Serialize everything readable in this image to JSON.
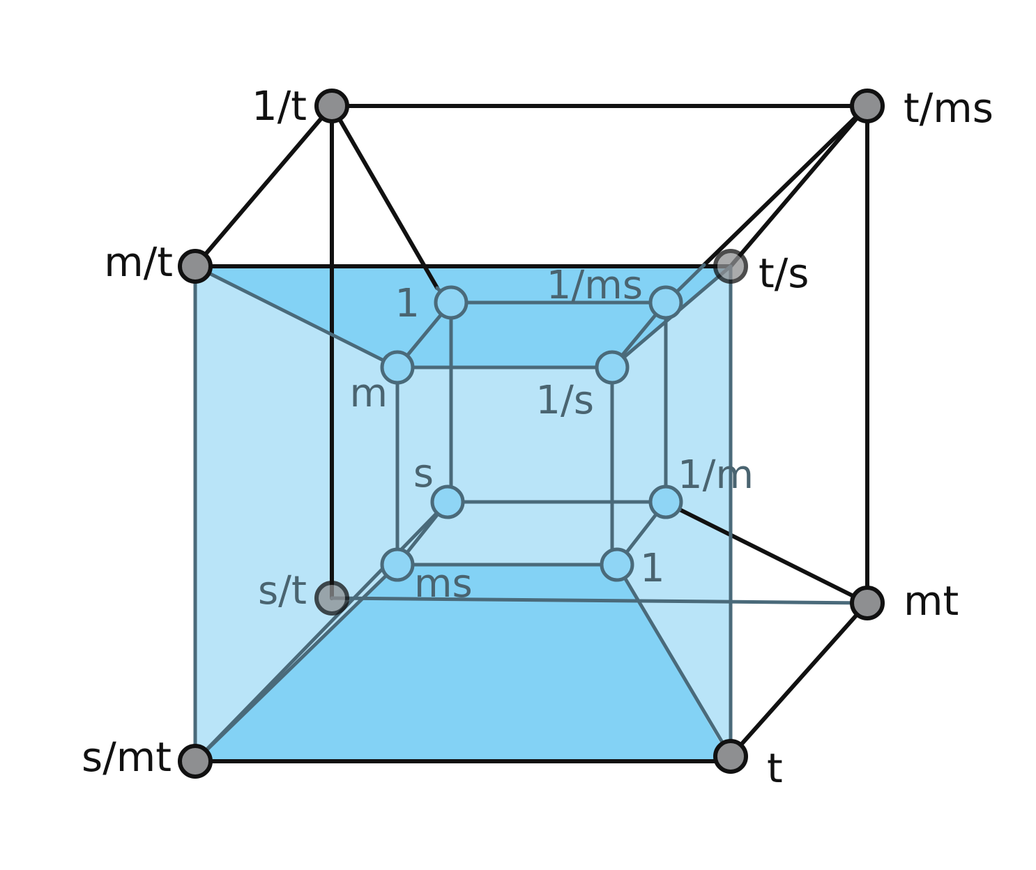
{
  "colors": {
    "face_light": "#b9e4f8",
    "face_dark": "#83d2f5",
    "outer_stroke": "#111111",
    "inner_stroke": "#4a6a7a",
    "outer_node_fill": "#8e8f91",
    "inner_node_fill": "#8fd5f5"
  },
  "outer_vertices": {
    "one_over_t": "1/t",
    "t_over_ms": "t/ms",
    "m_over_t": "m/t",
    "t_over_s": "t/s",
    "s_over_t": "s/t",
    "mt": "mt",
    "s_over_mt": "s/mt",
    "t": "t"
  },
  "inner_vertices": {
    "one_back_top": "1",
    "one_over_ms": "1/ms",
    "m": "m",
    "one_over_s": "1/s",
    "s": "s",
    "one_over_m": "1/m",
    "ms": "ms",
    "one_front_bottom": "1"
  }
}
